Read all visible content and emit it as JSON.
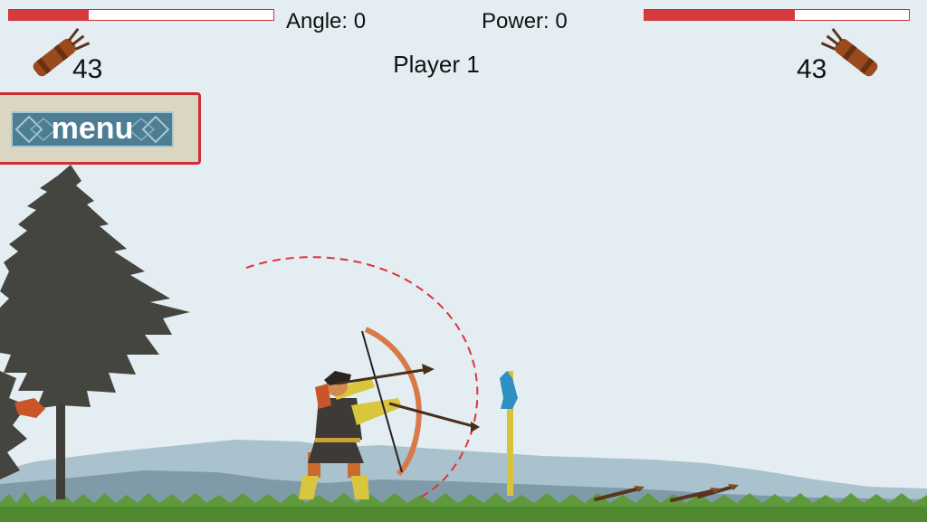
{
  "hud": {
    "angle_label": "Angle: 0",
    "power_label": "Power: 0",
    "turn_label": "Player  1",
    "player1": {
      "health_fraction": 0.3,
      "arrows": "43"
    },
    "player2": {
      "health_fraction": 0.57,
      "arrows": "43"
    }
  },
  "menu": {
    "label": "menu"
  },
  "colors": {
    "sky": "#e3edf2",
    "health": "#d63a3f",
    "menu_panel": "#dad6c1",
    "menu_button": "#4d7d92",
    "aim_arc": "#e0333b"
  },
  "icons": [
    "quiver-icon",
    "target-flag-icon",
    "archer",
    "tree"
  ]
}
